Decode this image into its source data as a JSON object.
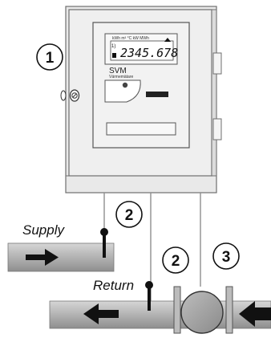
{
  "callouts": {
    "c1": "1",
    "c2_supply": "2",
    "c2_return": "2",
    "c3": "3"
  },
  "labels": {
    "supply": "Supply",
    "return": "Return"
  },
  "meter": {
    "display_value": "2345.678",
    "unit_row": "kWh  m³  °C  kW  MWh",
    "brand": "SVM",
    "brand_sub": "Värmemätare"
  },
  "colors": {
    "cabinet_fill": "#eeeeee",
    "cabinet_stroke": "#6f6f6f",
    "pipe_mid": "#a9a9a9",
    "arrow": "#111111"
  }
}
